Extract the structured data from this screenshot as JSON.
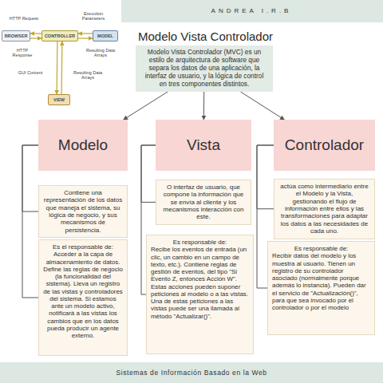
{
  "diagram": {
    "title": "Modelo Vista Controlador",
    "nodes": [
      {
        "text": [
          "BROWSER"
        ]
      },
      {
        "text": [
          "CONTROLLER"
        ]
      },
      {
        "text": [
          "MODEL"
        ]
      },
      {
        "text": [
          "VIEW"
        ]
      },
      {
        "text": [
          "Modelo Vista Controlador (MVC) es un estilo de arquitectura de software que separa los datos de una aplicación, la interfaz de usuario, y la lógica de control en tres componentes distintos."
        ]
      },
      {
        "text": [
          "Modelo"
        ]
      },
      {
        "text": [
          "Vista"
        ]
      },
      {
        "text": [
          "Controlador"
        ]
      },
      {
        "text": [
          "Contiene una representación de los datos que maneja el sistema, su lógica de negocio, y sus mecanismos de persistencia."
        ]
      },
      {
        "text": [
          "O interfaz de usuario, que compone la información que se envía al cliente y los mecanismos interacción con éste."
        ]
      },
      {
        "text": [
          "actúa como intermediario entre el Modelo y la Vista, gestionando el flujo de información entre ellos y las transformaciones para adaptar los datos a las necesidades de cada uno."
        ]
      },
      {
        "text": [
          "Es el responsable de:",
          "Acceder a la capa de almacenamiento de datos. Define las reglas de negocio (la funcionalidad del sistema). Lleva un registro de las vistas y controladores del sistema. Si estamos ante un modelo activo, notificará a las vistas los cambios que en los datos pueda producir un agente externo."
        ]
      },
      {
        "text": [
          "Es responsable de:",
          "Recibe los eventos de entrada (un clic, un cambio en un campo de texto, etc.). Contiene reglas de gestión de eventos, del tipo \"Si Evento Z, entonces Acción W\". Estas acciones pueden suponer peticiones al modelo o a las vistas. Una de estas peticiones a las vistas puede ser una llamada al método \"Actualizar()\"."
        ]
      },
      {
        "text": [
          "Es responsable de:",
          "Recibir datos del modelo y los muestra al usuario. Tienen un registro de su controlador asociado (normalmente porque además lo instancia). Pueden dar el servicio de \"Actualización()\", para que sea invocado por el controlador o por el modelo"
        ]
      }
    ],
    "edges": [
      {
        "from": 0,
        "to": 1,
        "label": "HTTP Request",
        "arrow": "to"
      },
      {
        "from": 1,
        "to": 2,
        "label": "Execution Parameters",
        "arrow": "to"
      },
      {
        "from": 2,
        "to": 1,
        "label": "Resulting Data Arrays",
        "arrow": "to"
      },
      {
        "from": 1,
        "to": 0,
        "label": "HTTP Response",
        "arrow": "to"
      },
      {
        "from": 1,
        "to": 3,
        "label": "Resulting Data Arrays",
        "arrow": "to"
      },
      {
        "from": 3,
        "to": 1,
        "label": "GUI Content",
        "arrow": "to"
      },
      {
        "from": 4,
        "to": 5,
        "arrow": "to"
      },
      {
        "from": 4,
        "to": 6,
        "arrow": "to"
      },
      {
        "from": 4,
        "to": 7,
        "arrow": "to"
      },
      {
        "from": 5,
        "to": 8,
        "arrow": "none"
      },
      {
        "from": 5,
        "to": 11,
        "arrow": "none"
      },
      {
        "from": 6,
        "to": 9,
        "arrow": "none"
      },
      {
        "from": 6,
        "to": 12,
        "arrow": "none"
      },
      {
        "from": 7,
        "to": 10,
        "arrow": "none"
      },
      {
        "from": 7,
        "to": 13,
        "arrow": "none"
      }
    ],
    "labels": [
      "ANDREA I.R.B",
      "Sistemas de Información Basado en la Web"
    ]
  }
}
